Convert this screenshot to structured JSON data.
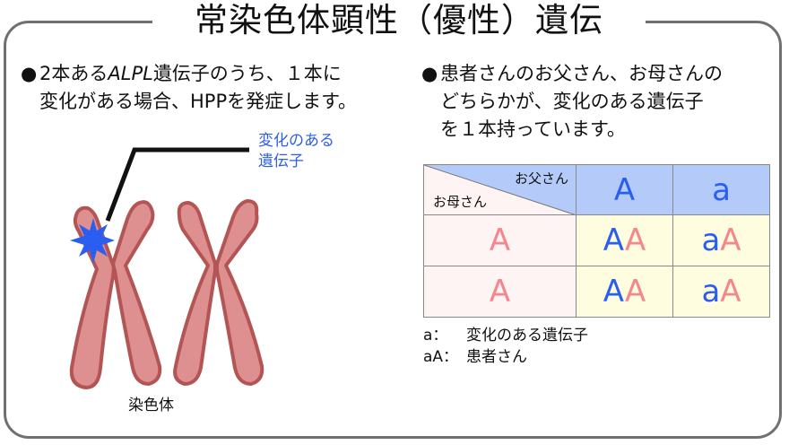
{
  "title": "常染色体顕性（優性）遺伝",
  "left_text": {
    "bullet": "●",
    "line1_pre": "2本ある",
    "gene": "ALPL",
    "line1_post": "遺伝子のうち、１本に",
    "line2": "変化がある場合、HPPを発症します。"
  },
  "right_text": {
    "bullet": "●",
    "line1": "患者さんのお父さん、お母さんの",
    "line2": "どちらかが、変化のある遺伝子",
    "line3": "を１本持っています。"
  },
  "diagram": {
    "callout_line1": "変化のある",
    "callout_line2": "遺伝子",
    "chromosome_label": "染色体",
    "colors": {
      "chromosome_fill": "#de8f8f",
      "chromosome_stroke": "#b35555",
      "mutation": "#2a5ef0"
    }
  },
  "punnett": {
    "father_label": "お父さん",
    "mother_label": "お母さん",
    "father_alleles": [
      "A",
      "a"
    ],
    "mother_alleles": [
      "A",
      "A"
    ],
    "cells": [
      [
        {
          "first": "A",
          "second": "A"
        },
        {
          "first": "a",
          "second": "A"
        }
      ],
      [
        {
          "first": "A",
          "second": "A"
        },
        {
          "first": "a",
          "second": "A"
        }
      ]
    ],
    "colors": {
      "father": "#2a5ef0",
      "mother": "#f4868c",
      "header_bg": "#b4caf8",
      "mother_bg": "#fff4f4",
      "offspring_bg": "#fffde0"
    }
  },
  "legend": [
    {
      "key": "a：",
      "value": "変化のある遺伝子"
    },
    {
      "key": "aA：",
      "value": "患者さん"
    }
  ]
}
